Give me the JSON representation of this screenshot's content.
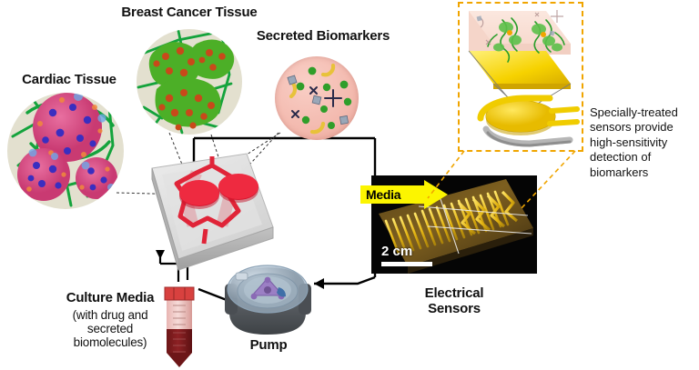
{
  "figure": {
    "type": "organ-on-chip biosensing schematic",
    "background_color": "#ffffff"
  },
  "labels": {
    "cardiac_tissue": "Cardiac Tissue",
    "breast_cancer_tissue": "Breast Cancer Tissue",
    "secreted_biomarkers": "Secreted Biomarkers",
    "culture_media_title": "Culture Media",
    "culture_media_sub": "(with drug and\nsecreted\nbiomolecules)",
    "pump": "Pump",
    "electrical_sensors": "Electrical\nSensors",
    "media_arrow": "Media",
    "scale_bar": "2 cm",
    "sensor_caption": "Specially-treated\nsensors provide\nhigh-sensitivity\ndetection of\nbiomarkers"
  },
  "colors": {
    "tissue_disc_background": "#e3e0cf",
    "biomarker_disc": "#f3b9ae",
    "cardiac_cell_pink": "#d9487f",
    "cardiac_nucleus_blue": "#3a2ec0",
    "cancer_cell_green": "#4caf27",
    "cancer_nucleus_orange": "#c8491a",
    "fiber_green": "#14a33c",
    "chip_body_gray": "#d6d6d6",
    "chip_channel_red": "#e02438",
    "pump_body_gray": "#5d6166",
    "pump_rotor_purple": "#9b7fc4",
    "tube_cap_red": "#d8413f",
    "tube_liquid_dark": "#7b1a1c",
    "sensor_gold": "#f5d000",
    "photo_black": "#050505",
    "media_highlight_yellow": "#fcf500",
    "inset_dash_orange": "#f0a500",
    "flow_line_black": "#000000"
  },
  "components": [
    {
      "name": "cardiac-tissue-circle",
      "kind": "micrograph-illustration"
    },
    {
      "name": "breast-cancer-tissue-circle",
      "kind": "micrograph-illustration"
    },
    {
      "name": "secreted-biomarkers-circle",
      "kind": "micrograph-illustration"
    },
    {
      "name": "microfluidic-chip",
      "kind": "3d-render"
    },
    {
      "name": "culture-media-tube",
      "kind": "3d-render"
    },
    {
      "name": "pump",
      "kind": "3d-render"
    },
    {
      "name": "electrical-sensors-photo",
      "kind": "photograph"
    },
    {
      "name": "sensor-surface-inset",
      "kind": "3d-render"
    }
  ]
}
